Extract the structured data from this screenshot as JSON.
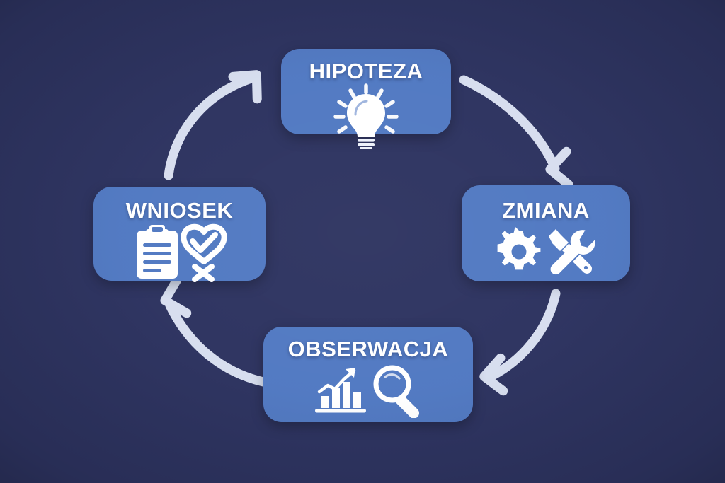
{
  "diagram": {
    "type": "cycle-diagram",
    "background_color": "#2d3360",
    "card_color": "#5179c2",
    "text_color": "#ffffff",
    "arrow_color": "#d7deef",
    "direction": "clockwise",
    "nodes": [
      {
        "id": "hipoteza",
        "label": "HIPOTEZA",
        "position": "top",
        "icons": [
          "lightbulb-icon"
        ]
      },
      {
        "id": "zmiana",
        "label": "ZMIANA",
        "position": "right",
        "icons": [
          "gear-icon",
          "wrench-screwdriver-icon"
        ]
      },
      {
        "id": "obserwacja",
        "label": "OBSERWACJA",
        "position": "bottom",
        "icons": [
          "bar-chart-trend-icon",
          "magnifying-glass-icon"
        ]
      },
      {
        "id": "wniosek",
        "label": "WNIOSEK",
        "position": "left",
        "icons": [
          "clipboard-icon",
          "check-heart-icon",
          "cross-icon"
        ]
      }
    ],
    "arrows": [
      {
        "id": "arrow-hipoteza-to-zmiana",
        "from": "hipoteza",
        "to": "zmiana",
        "name": "curved-arrow-top-right"
      },
      {
        "id": "arrow-zmiana-to-obserwacja",
        "from": "zmiana",
        "to": "obserwacja",
        "name": "curved-arrow-bottom-right"
      },
      {
        "id": "arrow-obserwacja-to-wniosek",
        "from": "obserwacja",
        "to": "wniosek",
        "name": "curved-arrow-bottom-left"
      },
      {
        "id": "arrow-wniosek-to-hipoteza",
        "from": "wniosek",
        "to": "hipoteza",
        "name": "curved-arrow-top-left"
      }
    ]
  }
}
